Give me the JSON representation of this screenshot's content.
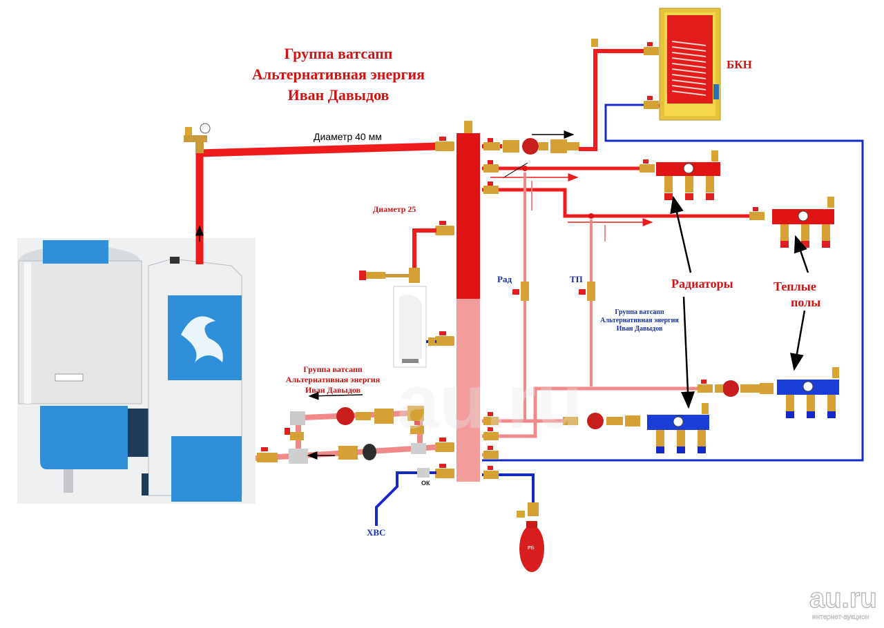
{
  "title": {
    "line1": "Группа ватсапп",
    "line2": "Альтернативная энергия",
    "line3": "Иван Давыдов"
  },
  "labels": {
    "diameter_40": "Диаметр 40 мм",
    "diameter_25": "Диаметр 25",
    "bkn": "БКН",
    "rad": "Рад",
    "tp": "ТП",
    "radiators": "Радиаторы",
    "warm_floors_1": "Теплые",
    "warm_floors_2": "полы",
    "hvs": "ХВС",
    "ok": "ОК",
    "rb": "РБ"
  },
  "watermark_mid": {
    "line1": "Группа ватсапп",
    "line2": "Альтернативная энергия",
    "line3": "Иван Давыдов"
  },
  "watermark_left": {
    "line1": "Группа ватсапп",
    "line2": "Альтернативная энергия",
    "line3": "Иван Давыдов"
  },
  "site_logo": {
    "name": "au.ru",
    "tagline": "интернет-аукцион"
  },
  "colors": {
    "hot_pipe": "#ee1c1c",
    "return_pipe": "#f08a8a",
    "cold_pipe": "#1428c8",
    "manifold_blue": "#1a3dd6",
    "boiler_blue": "#2f8fd8"
  },
  "icons": [
    "boiler",
    "hopper",
    "water-heater",
    "expansion-tank",
    "pump",
    "valve",
    "manifold",
    "air-vent",
    "arrow"
  ]
}
